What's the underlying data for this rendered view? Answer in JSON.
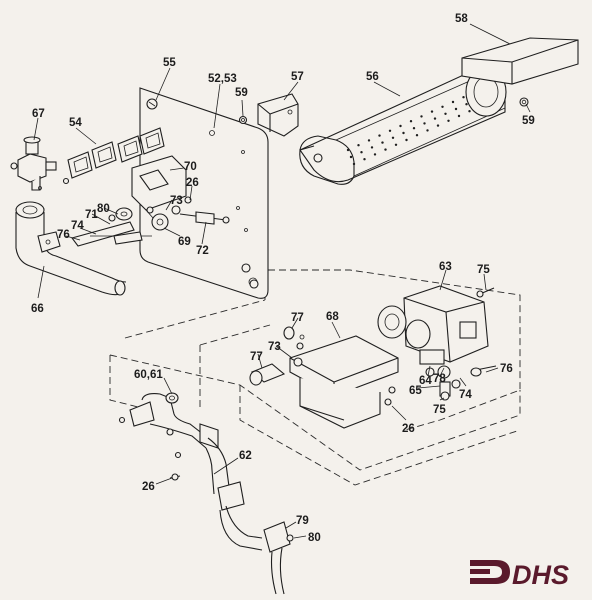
{
  "diagram": {
    "part_labels": [
      "55",
      "52,53",
      "57",
      "56",
      "58",
      "59",
      "59",
      "67",
      "54",
      "70",
      "26",
      "73",
      "80",
      "71",
      "74",
      "76",
      "69",
      "72",
      "66",
      "63",
      "75",
      "77",
      "68",
      "73",
      "77",
      "64",
      "78",
      "65",
      "75",
      "74",
      "76",
      "26",
      "60,61",
      "62",
      "26",
      "79",
      "80"
    ]
  },
  "logo": {
    "text": "DHS",
    "color": "#5a1a2c"
  }
}
